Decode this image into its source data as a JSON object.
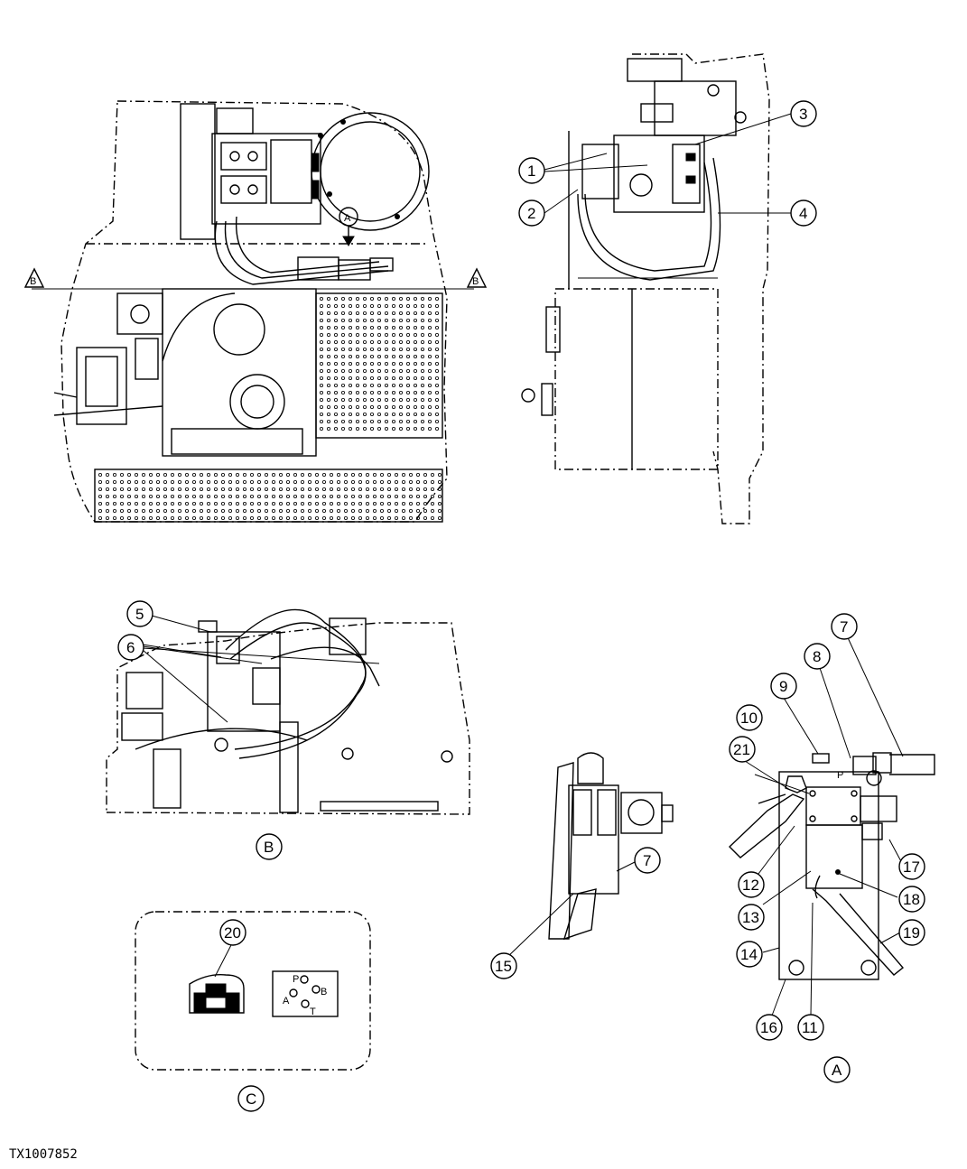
{
  "figure_id": "TX1007852",
  "view_labels": {
    "a": "A",
    "b": "B",
    "c": "C"
  },
  "section_marks": {
    "left": "B",
    "right": "B",
    "arrow": "A"
  },
  "port_letters": {
    "p": "P",
    "a": "A",
    "b": "B",
    "t": "T",
    "p2": "P"
  },
  "callouts": {
    "c1": "1",
    "c2": "2",
    "c3": "3",
    "c4": "4",
    "c5": "5",
    "c6": "6",
    "c7": "7",
    "c7b": "7",
    "c8": "8",
    "c9": "9",
    "c10": "10",
    "c11": "11",
    "c12": "12",
    "c13": "13",
    "c14": "14",
    "c15": "15",
    "c16": "16",
    "c17": "17",
    "c18": "18",
    "c19": "19",
    "c20": "20",
    "c21": "21"
  }
}
